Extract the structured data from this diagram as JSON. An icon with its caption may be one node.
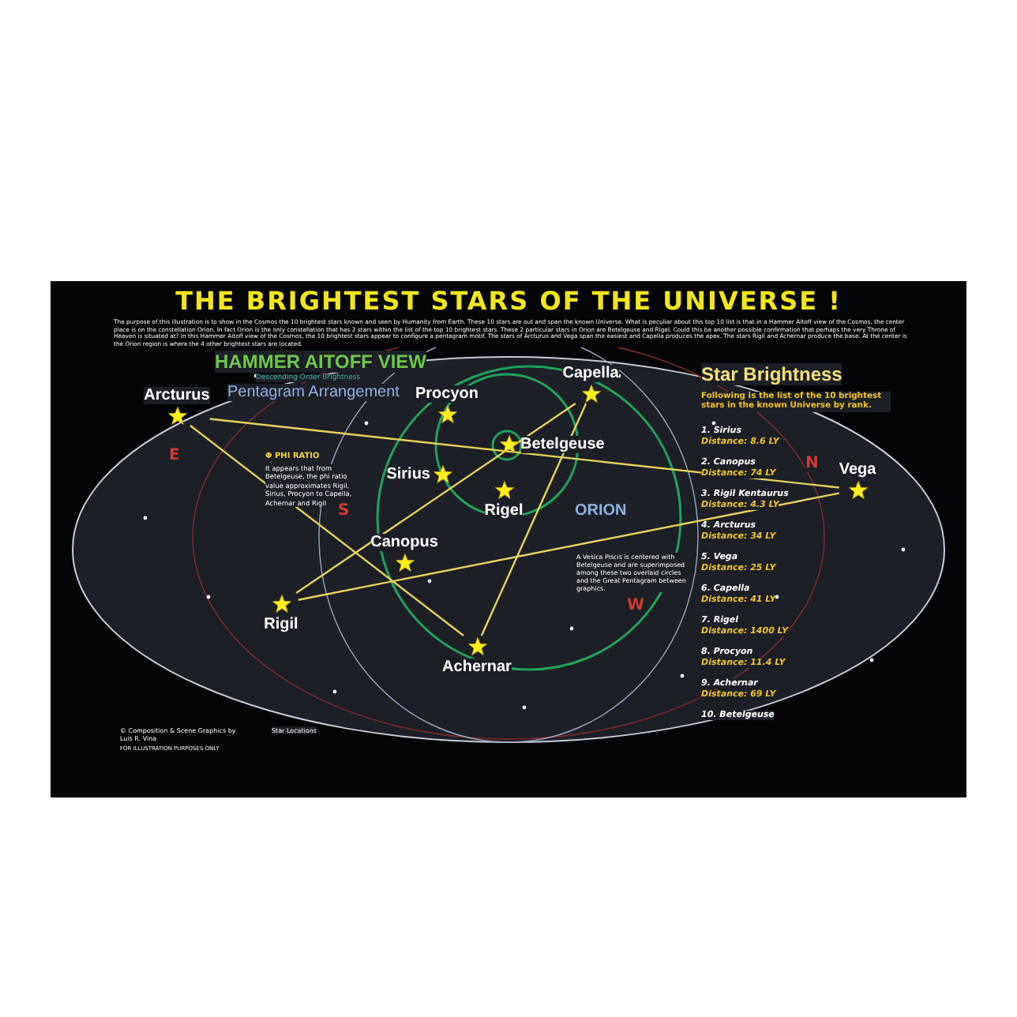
{
  "diagram": {
    "title": "THE BRIGHTEST STARS OF THE UNIVERSE !",
    "nodes": [
      {
        "text": [
          "Arcturus"
        ]
      },
      {
        "text": [
          "Procyon"
        ]
      },
      {
        "text": [
          "Capella"
        ]
      },
      {
        "text": [
          "Betelgeuse"
        ]
      },
      {
        "text": [
          "Sirius"
        ]
      },
      {
        "text": [
          "Rigel"
        ]
      },
      {
        "text": [
          "Canopus"
        ]
      },
      {
        "text": [
          "Vega"
        ]
      },
      {
        "text": [
          "Rigil"
        ]
      },
      {
        "text": [
          "Achernar"
        ]
      }
    ],
    "edges": [
      {
        "from": 0,
        "to": 7,
        "arrow": "none"
      },
      {
        "from": 7,
        "to": 8,
        "arrow": "none"
      },
      {
        "from": 8,
        "to": 2,
        "arrow": "none"
      },
      {
        "from": 2,
        "to": 9,
        "arrow": "none"
      },
      {
        "from": 9,
        "to": 0,
        "arrow": "none"
      }
    ],
    "labels": [
      "The purpose of this illustration is to show in the Cosmos the 10 brightest stars known and seen by Humanity from Earth. These 10 stars are out and span the known Universe. What is peculiar about this top 10 list is that in a Hammer Aitoff view of the Cosmos, the center place is on the constellation Orion. In fact Orion is the only constellation that has 2 stars within the list of the top 10 brightest stars. These 2 particular stars in Orion are Betelgeuse and Rigel. Could this be another possible confirmation that perhaps the very Throne of Heaven is situated at? In this Hammer Aitoff view of the Cosmos, the 10 brightest stars appear to configure a pentagram motif. The stars of Arcturus and Vega span the easiest and Capella produces the apex. The stars Rigil and Achernar produce the base. At the center is the Orion region is where the 4 other brightest stars are located.",
      "HAMMER AITOFF VIEW",
      "Descending Order Brightness",
      "Pentagram Arrangement",
      "Φ PHI RATIO",
      "It appears that from Betelgeuse, the phi ratio value approximates Rigil, Sirius, Procyon to Capella, Achernar and Rigil",
      "ORION",
      "A Vesica Piscis is centered with Betelgeuse and are superimposed among these two overlaid circles and the Great Pentagram between graphics.",
      "E",
      "S",
      "W",
      "N",
      "Star Brightness",
      "Following is the list of the 10 brightest stars in the known Universe by rank.",
      "1. Sirius",
      "Distance: 8.6 LY",
      "2. Canopus",
      "Distance: 74 LY",
      "3. Rigil Kentaurus",
      "Distance: 4.3 LY",
      "4. Arcturus",
      "Distance: 34 LY",
      "5. Vega",
      "Distance: 25 LY",
      "6. Capella",
      "Distance: 41 LY",
      "7. Rigel",
      "Distance: 1400 LY",
      "8. Procyon",
      "Distance: 11.4 LY",
      "9. Achernar",
      "Distance: 69 LY",
      "10. Betelgeuse",
      "© Composition & Scene Graphics by Luis R. Vina",
      "FOR ILLUSTRATION PURPOSES ONLY",
      "Star Locations"
    ]
  }
}
